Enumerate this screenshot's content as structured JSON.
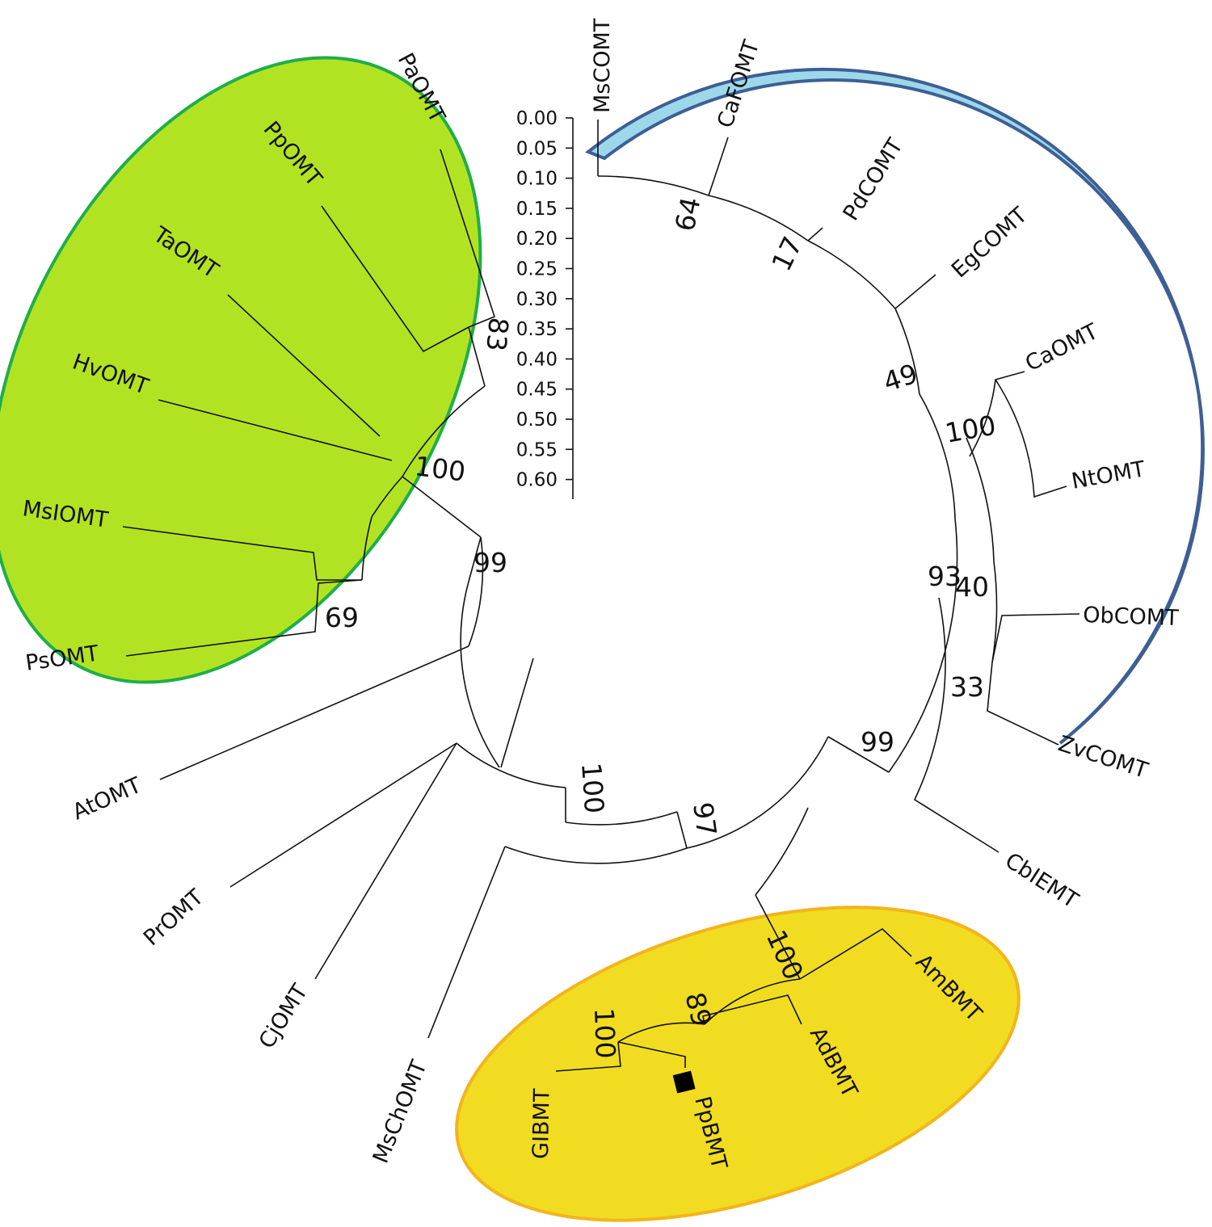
{
  "colors": {
    "green_fill": "#b2e322",
    "green_stroke": "#1fae4a",
    "blue_fill": "#9dd8ea",
    "blue_stroke": "#3d5f95",
    "yellow_fill": "#f1dc22",
    "yellow_stroke": "#f3b41c",
    "branch": "#111111"
  },
  "scale": {
    "ticks": [
      "0.00",
      "0.05",
      "0.10",
      "0.15",
      "0.20",
      "0.25",
      "0.30",
      "0.35",
      "0.40",
      "0.45",
      "0.50",
      "0.55",
      "0.60"
    ]
  },
  "taxa": {
    "MsCOMT": "MsCOMT",
    "CaFOMT": "CaFOMT",
    "PdCOMT": "PdCOMT",
    "EgCOMT": "EgCOMT",
    "CaOMT": "CaOMT",
    "NtOMT": "NtOMT",
    "ObCOMT": "ObCOMT",
    "ZvCOMT": "ZvCOMT",
    "CbIEMT": "CbIEMT",
    "AmBMT": "AmBMT",
    "AdBMT": "AdBMT",
    "PpBMT": "PpBMT",
    "GIBMT": "GIBMT",
    "MsChOMT": "MsChOMT",
    "CjOMT": "CjOMT",
    "PrOMT": "PrOMT",
    "AtOMT": "AtOMT",
    "PsOMT": "PsOMT",
    "MsIOMT": "MsIOMT",
    "HvOMT": "HvOMT",
    "TaOMT": "TaOMT",
    "PpOMT": "PpOMT",
    "PaOMT": "PaOMT"
  },
  "bootstrap": {
    "b64": "64",
    "b17": "17",
    "b49": "49",
    "b100_ca": "100",
    "b93": "93",
    "b40": "40",
    "b33": "33",
    "b99_r": "99",
    "b97": "97",
    "b100_bot": "100",
    "b100_y": "100",
    "b89": "89",
    "b100_gi": "100",
    "b99_l": "99",
    "b100_g": "100",
    "b83": "83",
    "b69": "69"
  }
}
